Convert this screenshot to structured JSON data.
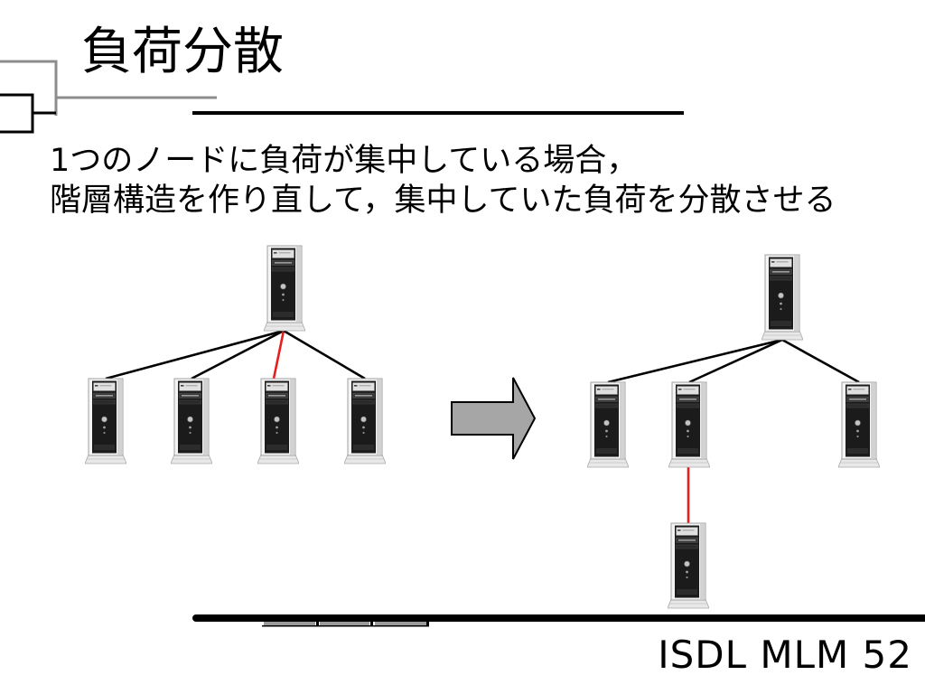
{
  "slide": {
    "title": "負荷分散",
    "body": [
      "1つのノードに負荷が集中している場合，",
      "階層構造を作り直して，集中していた負荷を分散させる"
    ],
    "footer": "ISDL MLM 52"
  },
  "icons": {
    "node": "server-tower-icon",
    "transition": "arrow-right-icon"
  },
  "colors": {
    "link": "#000000",
    "overload_link": "#e61e1e",
    "arrow_fill": "#a6a6a6",
    "decoration_gray": "#8c8c8c"
  }
}
